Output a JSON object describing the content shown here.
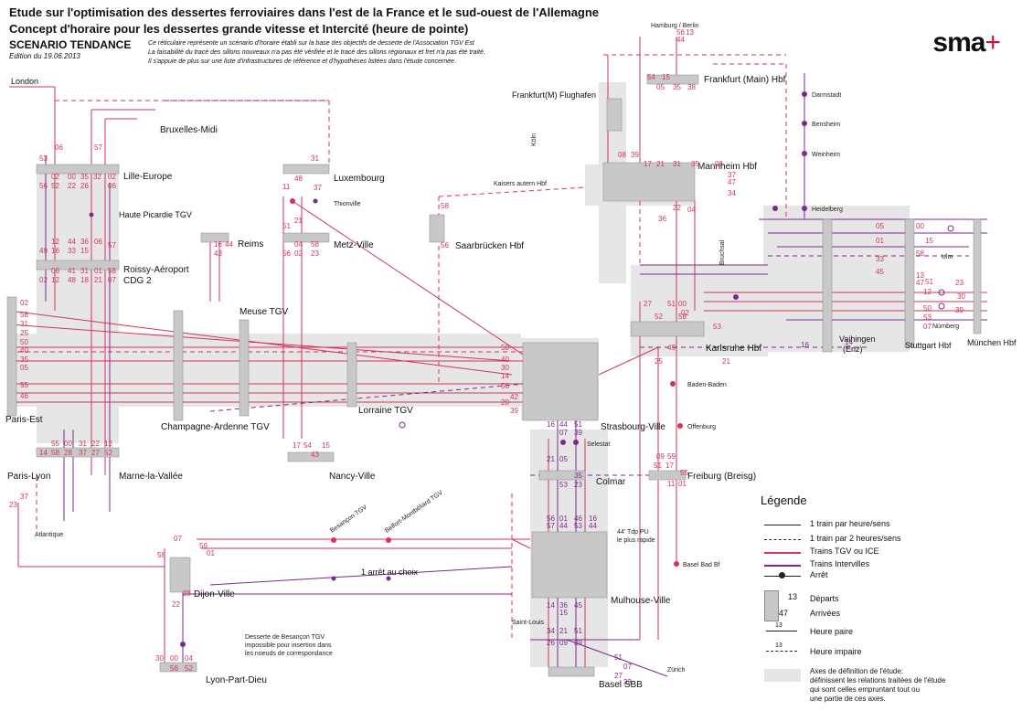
{
  "header": {
    "title1": "Etude sur l'optimisation des dessertes ferroviaires dans l'est de la France et le sud-ouest de l'Allemagne",
    "title2": "Concept d'horaire pour les dessertes grande vitesse et Intercité (heure de pointe)",
    "scenario": "SCENARIO TENDANCE",
    "edition": "Edition du 19.06.2013",
    "note1": "Ce réticulaire représente un scénario d'horaire établi sur la base des objectifs de desserte de l'Association TGV Est",
    "note2": "La faisabilité du tracé des sillons nouveaux n'a pas été vérifiée et le tracé des sillons régionaux et fret n'a pas été traité.",
    "note3": "Il s'appuie de plus sur une liste d'infrastructures de référence et d'hypothèses listées dans l'étude concernée."
  },
  "logo": {
    "text": "sma",
    "mark": "+"
  },
  "stations": {
    "london": "London",
    "bruxelles": "Bruxelles-Midi",
    "lille": "Lille-Europe",
    "haute_picardie": "Haute Picardie TGV",
    "roissy": "Roissy-Aéroport",
    "cdg": "CDG 2",
    "reims": "Reims",
    "luxembourg": "Luxembourg",
    "thionville": "Thionville",
    "metz": "Metz-Ville",
    "saarbrucken": "Saarbrücken Hbf",
    "kaiserslautern": "Kaisers autern Hbf",
    "meuse": "Meuse TGV",
    "paris_est": "Paris-Est",
    "champagne": "Champagne-Ardenne TGV",
    "lorraine": "Lorraine TGV",
    "paris_lyon": "Paris-Lyon",
    "marne": "Marne-la-Vallée",
    "atlantique": "Atlantique",
    "nancy": "Nancy-Ville",
    "strasbourg": "Strasbourg-Ville",
    "selestat": "Selestat",
    "colmar": "Colmar",
    "mulhouse": "Mulhouse-Ville",
    "saint_louis": "Saint-Louis",
    "basel": "Basel SBB",
    "zurich": "Zürich",
    "dijon": "Dijon-Ville",
    "lyon": "Lyon-Part-Dieu",
    "besancon": "Besançon TGV",
    "belfort": "Belfort-Montbéliard TGV",
    "arret_choix": "1 arrêt au choix",
    "desserte_note1": "Desserte de Besançon TGV",
    "desserte_note2": "impossible pour insertion dans",
    "desserte_note3": "les noeuds de correspondance",
    "tdp": "44' Tdp PU",
    "plus_rapide": "le plus rapide",
    "hamburg": "Hamburg / Berlin",
    "frankfurt": "Frankfurt (Main) Hbf",
    "flughafen": "Frankfurt(M) Flughafen",
    "koln": "Köln",
    "darmstadt": "Darmstadt",
    "bensheim": "Bensheim",
    "weinheim": "Weinheim",
    "heidelberg": "Heidelberg",
    "mannheim": "Mannheim Hbf",
    "bruchsal": "Bruchsal",
    "karlsruhe": "Karlsruhe Hbf",
    "baden": "Baden-Baden",
    "offenburg": "Offenburg",
    "freiburg": "Freiburg (Breisg)",
    "basel_bad": "Basel Bad Bf",
    "vaihingen": "Vaihingen",
    "enz": "(Enz)",
    "stuttgart": "Stuttgart Hbf",
    "ulm": "Ulm",
    "nurnberg": "Nürnberg",
    "munchen": "München Hbf"
  },
  "legend": {
    "title": "Légende",
    "rows": [
      {
        "label": "1 train par heure/sens",
        "style": "solid",
        "color": "#222222"
      },
      {
        "label": "1 train par 2 heures/sens",
        "style": "dashed",
        "color": "#222222"
      },
      {
        "label": "Trains TGV ou ICE",
        "style": "solid",
        "color": "#d6335a"
      },
      {
        "label": "Trains Intervilles",
        "style": "solid",
        "color": "#7b2a8c"
      },
      {
        "label": "Arrêt",
        "style": "stop",
        "color": "#222222"
      }
    ],
    "departs": "Départs",
    "arrivees": "Arrivées",
    "dep_num": "13",
    "arr_num": "47",
    "heure_paire": "Heure paire",
    "heure_impaire": "Heure impaire",
    "hp_num": "13",
    "hi_num": "13",
    "axes1": "Axes de définition de l'étude:",
    "axes2": "définissent les relations traitées de l'étude",
    "axes3": "qui sont celles empruntant tout ou",
    "axes4": "une partie de ces axes."
  },
  "colors": {
    "tgv": "#d6335a",
    "interville": "#7b2a8c",
    "zone": "#e4e4e4",
    "station": "#c8c8c8"
  },
  "times": {
    "paris_est_l": [
      "02",
      "58",
      "31",
      "25",
      "50",
      "40",
      "35",
      "05",
      "55",
      "46"
    ],
    "lille": [
      "06",
      "53",
      "56",
      "02",
      "52",
      "00",
      "22",
      "35",
      "26",
      "32",
      "02",
      "06",
      "57",
      "57"
    ],
    "roissy_top": [
      "49",
      "12",
      "16",
      "44",
      "33",
      "15",
      "36",
      "06"
    ],
    "roissy_bot": [
      "06",
      "12",
      "41",
      "31",
      "01",
      "02",
      "48",
      "18",
      "21",
      "58",
      "07"
    ],
    "marne": [
      "55",
      "00",
      "31",
      "22",
      "12",
      "14",
      "58",
      "28",
      "37",
      "27",
      "52"
    ],
    "reims": [
      "16",
      "44",
      "43"
    ],
    "metz": [
      "48",
      "11",
      "51",
      "21",
      "04",
      "58",
      "56",
      "23",
      "02"
    ],
    "lux": [
      "31",
      "37"
    ],
    "strasbourg_l": [
      "50",
      "40",
      "30",
      "14",
      "56",
      "42",
      "20",
      "39"
    ],
    "strasbourg_b": [
      "16",
      "44",
      "51",
      "07",
      "39",
      "21",
      "05",
      "35",
      "23",
      "53"
    ],
    "nancy": [
      "17",
      "54",
      "43",
      "15"
    ],
    "mulhouse": [
      "56",
      "01",
      "46",
      "16",
      "57",
      "44",
      "53",
      "44",
      "14",
      "36",
      "45",
      "15",
      "34",
      "21",
      "51",
      "26",
      "09",
      "39"
    ],
    "basel": [
      "51",
      "07",
      "27",
      "33"
    ],
    "mannheim": [
      "08",
      "39",
      "17",
      "21",
      "31",
      "35",
      "06",
      "37",
      "47",
      "34",
      "36",
      "22",
      "04"
    ],
    "frankfurt": [
      "56",
      "44",
      "13",
      "05",
      "35",
      "54",
      "15",
      "38"
    ],
    "karlsruhe": [
      "27",
      "51",
      "00",
      "58",
      "49",
      "25",
      "53",
      "21",
      "02",
      "52"
    ],
    "freiburg": [
      "51",
      "17",
      "55",
      "09",
      "59",
      "11",
      "01"
    ],
    "stuttgart": [
      "00",
      "05",
      "58",
      "13",
      "47",
      "51",
      "12",
      "50",
      "53",
      "07",
      "15",
      "01",
      "33",
      "45",
      "23",
      "30",
      "39"
    ],
    "dijon": [
      "07",
      "58",
      "01",
      "59",
      "38",
      "22"
    ],
    "lyon": [
      "30",
      "00",
      "04",
      "56",
      "52"
    ],
    "vaihingen": [
      "16",
      "14"
    ],
    "saar": [
      "58",
      "56"
    ],
    "paris_lyon": [
      "37",
      "23"
    ]
  }
}
